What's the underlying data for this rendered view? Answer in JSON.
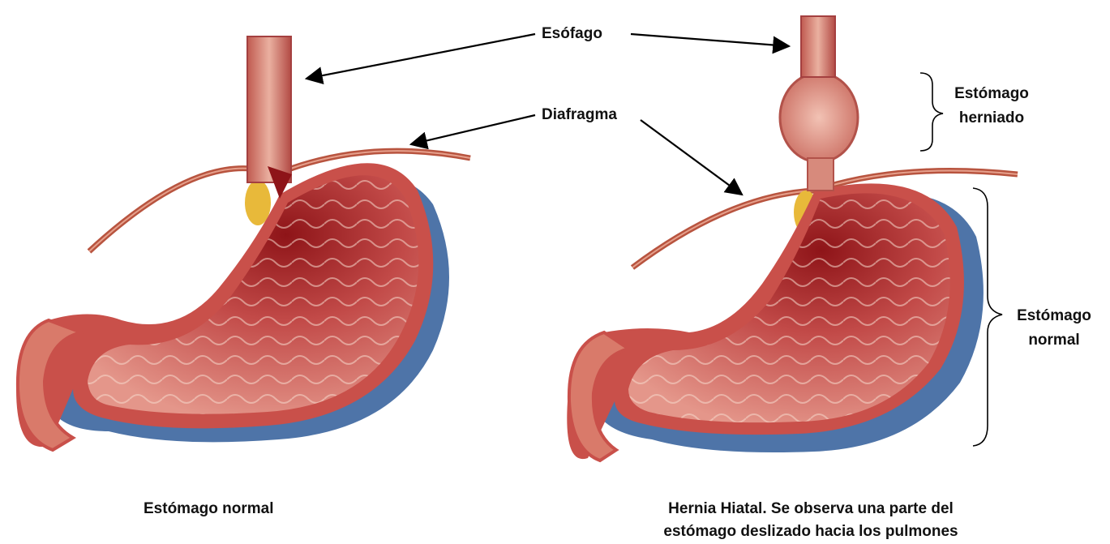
{
  "labels": {
    "esofago": "Esófago",
    "diafragma": "Diafragma",
    "estomago_herniado": [
      "Estómago",
      "herniado"
    ],
    "estomago_normal_side": [
      "Estómago",
      "normal"
    ]
  },
  "captions": {
    "left": "Estómago normal",
    "right": [
      "Hernia Hiatal. Se observa una parte del",
      "estómago deslizado hacia los pulmones"
    ]
  },
  "colors": {
    "stomach_wall": "#c9504a",
    "stomach_inner": "#d97a6a",
    "stomach_dark": "#9e1e22",
    "shadow": "#2f5c99",
    "fat": "#e8b93a",
    "diaphragm": "#b8543f"
  }
}
